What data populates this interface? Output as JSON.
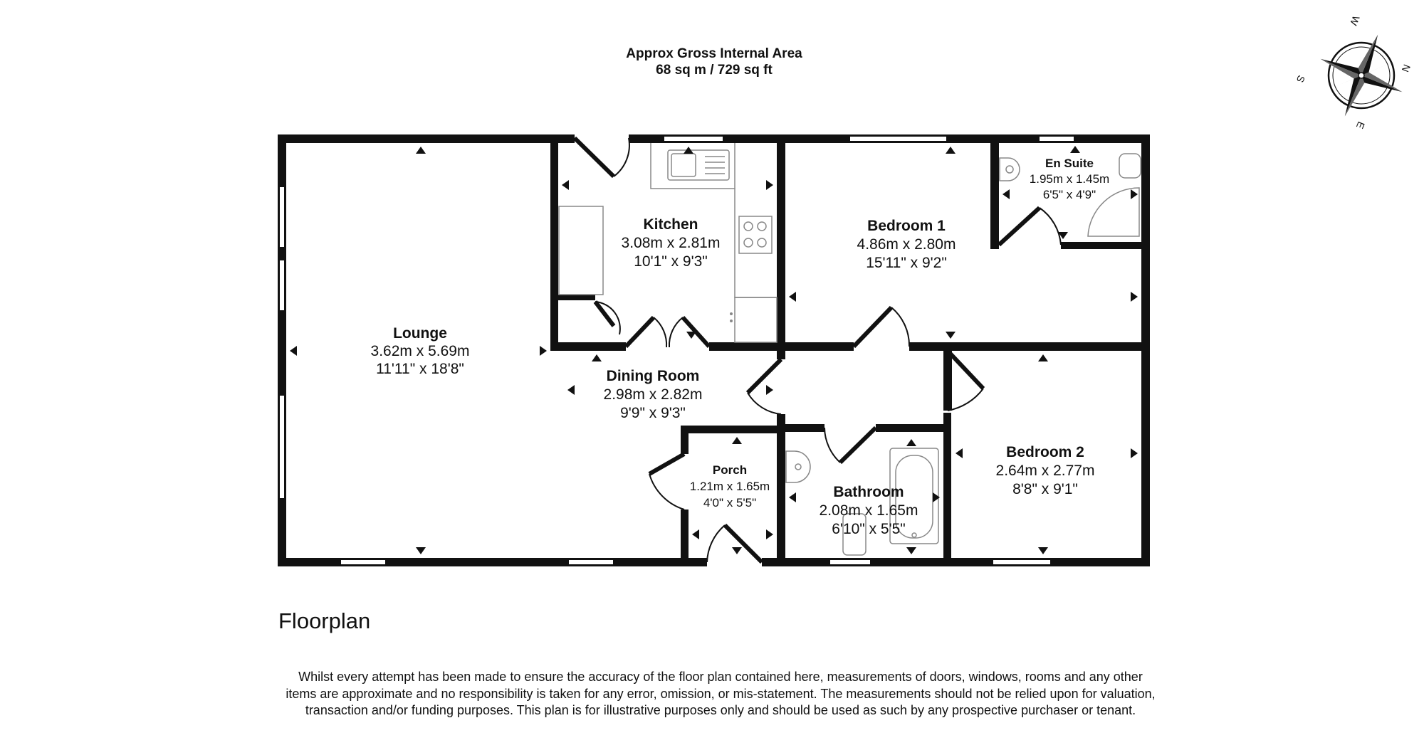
{
  "header": {
    "area_line1": "Approx Gross Internal Area",
    "area_line2": "68 sq m / 729 sq ft"
  },
  "compass": {
    "n": "N",
    "s": "S",
    "e": "E",
    "w": "W"
  },
  "rooms": {
    "lounge": {
      "name": "Lounge",
      "metric": "3.62m x 5.69m",
      "imperial": "11'11\" x 18'8\""
    },
    "kitchen": {
      "name": "Kitchen",
      "metric": "3.08m x 2.81m",
      "imperial": "10'1\" x 9'3\""
    },
    "bedroom1": {
      "name": "Bedroom 1",
      "metric": "4.86m x 2.80m",
      "imperial": "15'11\" x 9'2\""
    },
    "ensuite": {
      "name": "En Suite",
      "metric": "1.95m x 1.45m",
      "imperial": "6'5\" x 4'9\""
    },
    "dining": {
      "name": "Dining Room",
      "metric": "2.98m x 2.82m",
      "imperial": "9'9\" x 9'3\""
    },
    "porch": {
      "name": "Porch",
      "metric": "1.21m x 1.65m",
      "imperial": "4'0\" x 5'5\""
    },
    "bathroom": {
      "name": "Bathroom",
      "metric": "2.08m x 1.65m",
      "imperial": "6'10\" x 5'5\""
    },
    "bedroom2": {
      "name": "Bedroom 2",
      "metric": "2.64m x 2.77m",
      "imperial": "8'8\" x 9'1\""
    }
  },
  "footer": {
    "floor_title": "Floorplan",
    "disclaimer": "Whilst every attempt has been made to ensure the accuracy of the floor plan contained here, measurements of doors, windows, rooms and any other items are approximate and no responsibility is taken for any error, omission, or mis-statement. The measurements should not be relied upon for valuation, transaction and/or funding purposes. This plan is for illustrative purposes only and should be used as such by any prospective purchaser or tenant."
  }
}
